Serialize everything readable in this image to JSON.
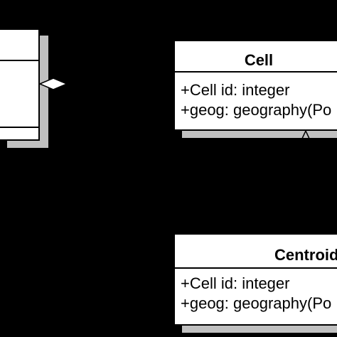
{
  "diagram": {
    "classes": [
      {
        "name": "Cell",
        "attributes": [
          "+Cell id: integer",
          "+geog: geography(Po"
        ]
      },
      {
        "name": "Centroid",
        "attributes": [
          "+Cell id: integer",
          "+geog: geography(Po"
        ]
      }
    ],
    "colors": {
      "background": "#000000",
      "box": "#ffffff",
      "shadow": "#c0c0c0",
      "line": "#000000"
    }
  }
}
